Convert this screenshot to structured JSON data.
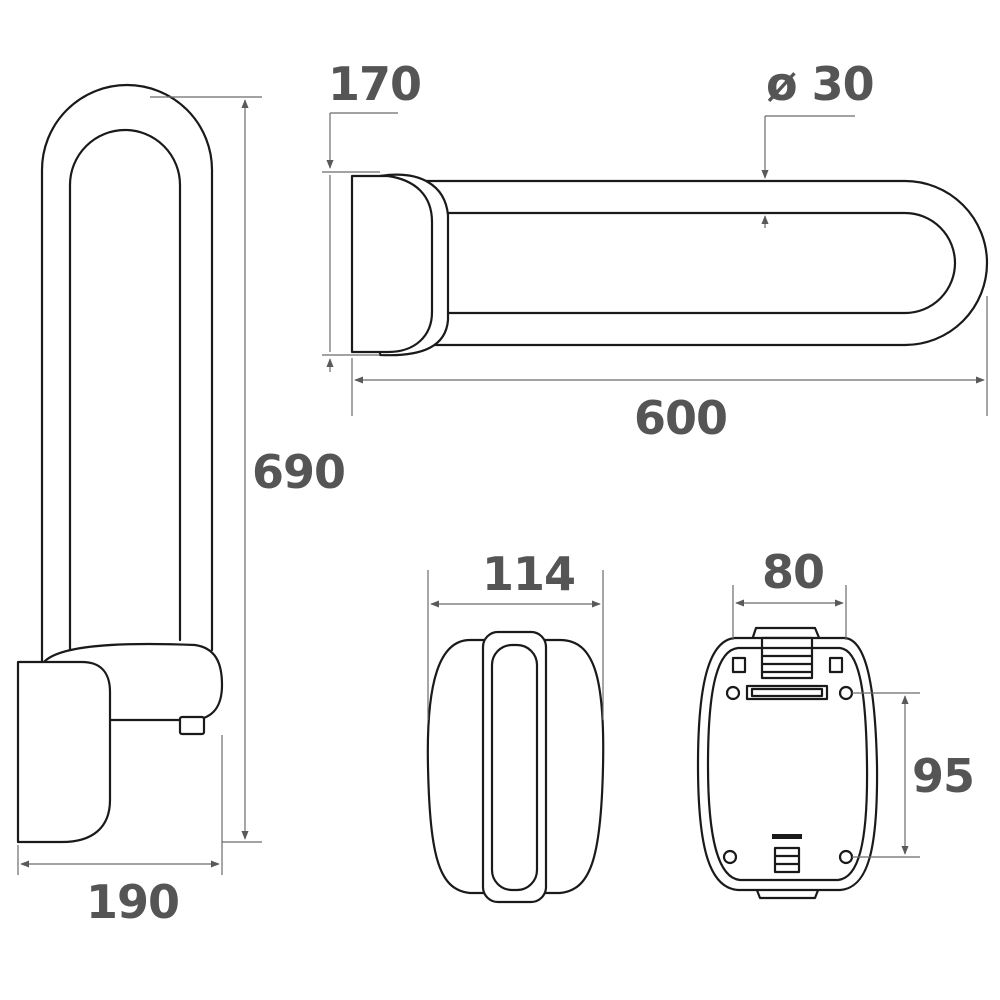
{
  "dimensions": {
    "height": "690",
    "depth": "190",
    "flange_height": "170",
    "tube_diameter": "ø 30",
    "length": "600",
    "flange_width": "114",
    "hole_spacing_horizontal": "80",
    "hole_spacing_vertical": "95"
  },
  "colors": {
    "outline": "#1a1a1a",
    "dimension_line": "#6b6b6b",
    "dimension_text": "#555555",
    "background": "#ffffff"
  }
}
